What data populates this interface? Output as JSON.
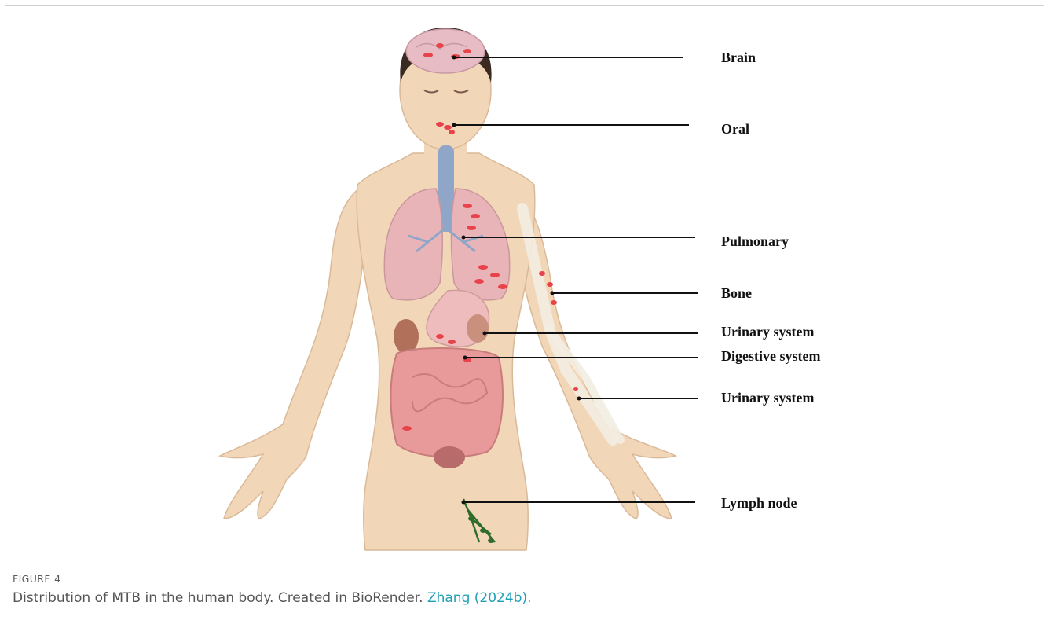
{
  "figure": {
    "labels": [
      {
        "id": "brain",
        "text": "Brain"
      },
      {
        "id": "oral",
        "text": "Oral"
      },
      {
        "id": "pulmonary",
        "text": "Pulmonary"
      },
      {
        "id": "bone",
        "text": "Bone"
      },
      {
        "id": "urinary1",
        "text": "Urinary system"
      },
      {
        "id": "digestive",
        "text": "Digestive system"
      },
      {
        "id": "urinary2",
        "text": "Urinary system"
      },
      {
        "id": "lymph",
        "text": "Lymph node"
      }
    ]
  },
  "caption": {
    "kicker": "FIGURE 4",
    "text": "Distribution of MTB in the human body. Created in BioRender. ",
    "link": "Zhang (2024b)."
  },
  "colors": {
    "skin": "#f2d6b8",
    "hair": "#3a2a22",
    "lung": "#e8b4b8",
    "trachea": "#8fa6c8",
    "intestine": "#e89a9a",
    "lesion": "#e8424a",
    "bone": "#f3ede2",
    "lymph": "#2f6b2a",
    "link": "#1fa0b5"
  }
}
